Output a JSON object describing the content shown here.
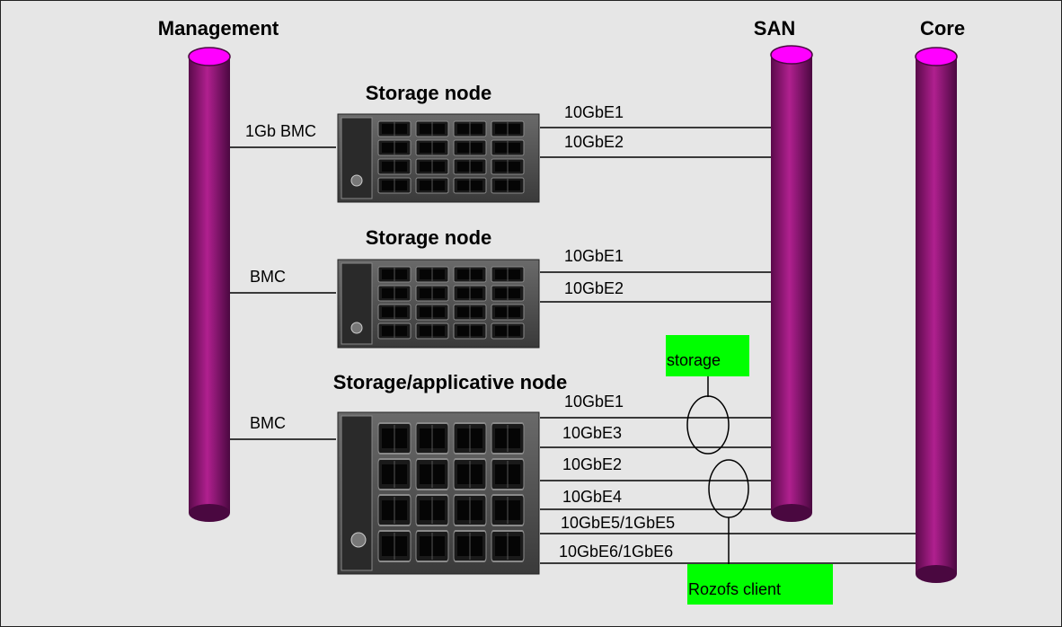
{
  "buses": {
    "management": "Management",
    "san": "SAN",
    "core": "Core"
  },
  "nodes": [
    {
      "title": "Storage node",
      "bmc": "1Gb BMC",
      "links": [
        "10GbE1",
        "10GbE2"
      ]
    },
    {
      "title": "Storage node",
      "bmc": "BMC",
      "links": [
        "10GbE1",
        "10GbE2"
      ]
    },
    {
      "title": "Storage/applicative node",
      "bmc": "BMC",
      "links": [
        "10GbE1",
        "10GbE3",
        "10GbE2",
        "10GbE4",
        "10GbE5/1GbE5",
        "10GbE6/1GbE6"
      ]
    }
  ],
  "callouts": {
    "storage": "storage",
    "rozofs_client": "Rozofs client"
  },
  "colors": {
    "background": "#e6e6e6",
    "pipe_body": "#a0157f",
    "pipe_top": "#ff00ff",
    "callout": "#00ff00",
    "line": "#000000"
  }
}
